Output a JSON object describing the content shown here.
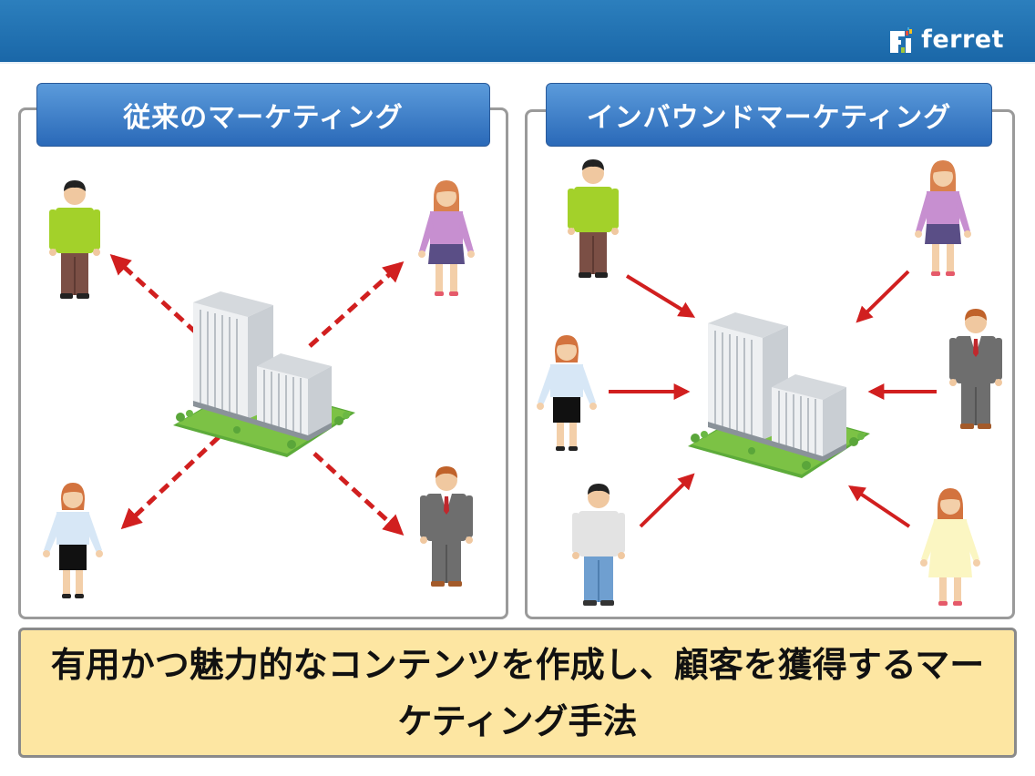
{
  "header": {
    "logo_text": "ferret"
  },
  "left_panel": {
    "title": "従来のマーケティング"
  },
  "right_panel": {
    "title": "インバウンドマーケティング"
  },
  "caption": {
    "text": "有用かつ魅力的なコンテンツを作成し、顧客を獲得するマーケティング手法"
  },
  "colors": {
    "header_blue": "#2276b5",
    "title_blue": "#3f82cc",
    "arrow_red": "#d11f1f",
    "caption_bg": "#fde6a2"
  },
  "icons": [
    "ferret-logo-icon",
    "building-icon",
    "person-icon",
    "dashed-arrow-icon",
    "arrow-icon"
  ]
}
